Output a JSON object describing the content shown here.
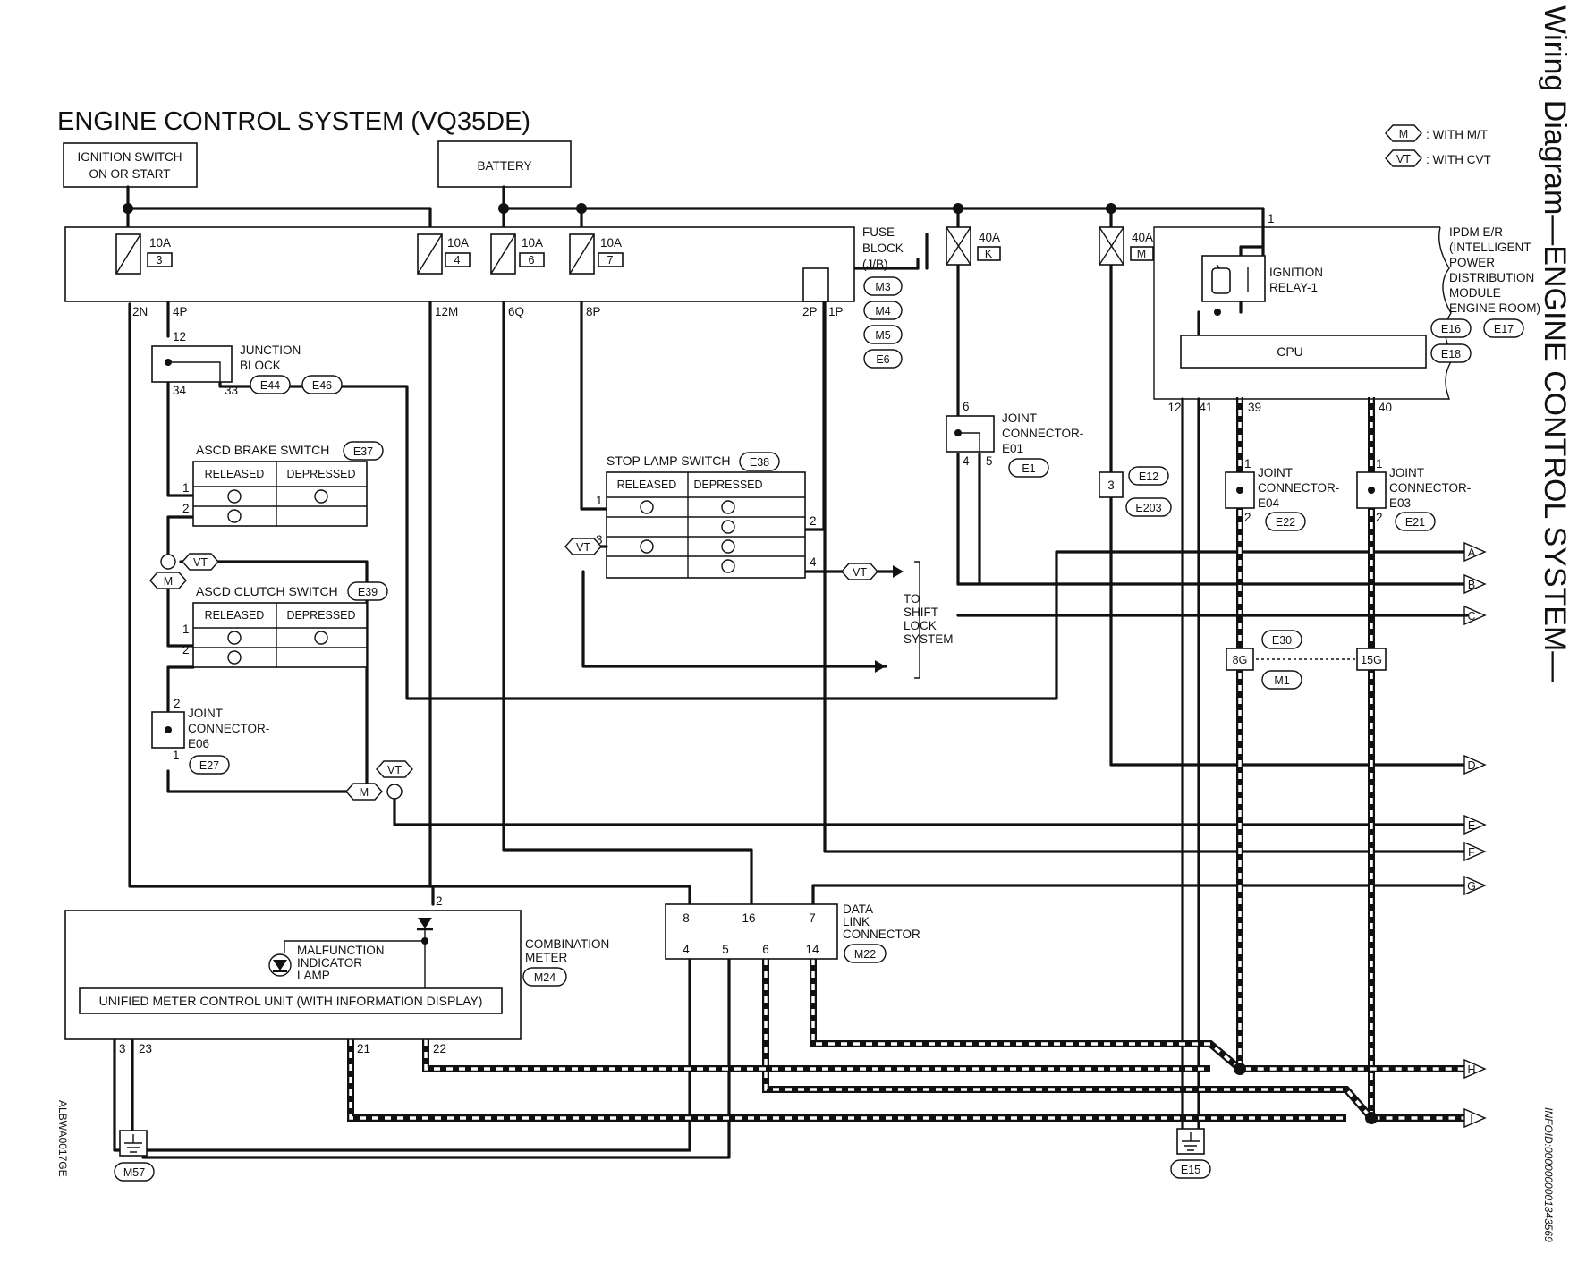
{
  "title": "ENGINE CONTROL SYSTEM (VQ35DE)",
  "side_title": "Wiring Diagram—ENGINE CONTROL SYSTEM—",
  "side_code_left": "ALBWA0017GE",
  "side_code_right": "INFOID:0000000001343569",
  "legend": [
    {
      "badge": "M",
      "text": ": WITH M/T"
    },
    {
      "badge": "VT",
      "text": ": WITH CVT"
    }
  ],
  "ignition_switch": [
    "IGNITION SWITCH",
    "ON OR START"
  ],
  "battery": "BATTERY",
  "fuse_block": {
    "label": [
      "FUSE",
      "BLOCK",
      "(J/B)"
    ],
    "connectors": [
      "M3",
      "M4",
      "M5",
      "E6"
    ],
    "fuses": [
      {
        "amp": "10A",
        "num": "3"
      },
      {
        "amp": "10A",
        "num": "4"
      },
      {
        "amp": "10A",
        "num": "6"
      },
      {
        "amp": "10A",
        "num": "7"
      }
    ],
    "pins": [
      "2N",
      "4P",
      "12M",
      "6Q",
      "8P",
      "2P",
      "1P"
    ]
  },
  "fusible_links": [
    {
      "amp": "40A",
      "num": "K"
    },
    {
      "amp": "40A",
      "num": "M"
    }
  ],
  "ipdm": {
    "label": [
      "IPDM E/R",
      "(INTELLIGENT",
      "POWER",
      "DISTRIBUTION",
      "MODULE",
      "ENGINE ROOM)"
    ],
    "connectors": [
      "E16",
      "E17",
      "E18"
    ],
    "relay": [
      "IGNITION",
      "RELAY-1"
    ],
    "cpu": "CPU",
    "pins": [
      "1",
      "12",
      "41",
      "39",
      "40"
    ]
  },
  "junction_block": {
    "label": [
      "JUNCTION",
      "BLOCK"
    ],
    "connectors": [
      "E44",
      "E46"
    ],
    "pins": [
      "12",
      "34",
      "33"
    ]
  },
  "ascd_brake_switch": {
    "label": "ASCD BRAKE SWITCH",
    "connector": "E37",
    "released": "RELEASED",
    "depressed": "DEPRESSED",
    "pins": [
      "1",
      "2"
    ]
  },
  "ascd_clutch_switch": {
    "label": "ASCD CLUTCH SWITCH",
    "connector": "E39",
    "released": "RELEASED",
    "depressed": "DEPRESSED",
    "pins": [
      "1",
      "2"
    ]
  },
  "stop_lamp_switch": {
    "label": "STOP LAMP SWITCH",
    "connector": "E38",
    "released": "RELEASED",
    "depressed": "DEPRESSED",
    "pins": [
      "1",
      "2",
      "3",
      "4"
    ]
  },
  "to_shift_lock": [
    "TO",
    "SHIFT",
    "LOCK",
    "SYSTEM"
  ],
  "joint_e01": {
    "label": [
      "JOINT",
      "CONNECTOR-",
      "E01"
    ],
    "connector": "E1",
    "pins": [
      "6",
      "4",
      "5"
    ]
  },
  "joint_e06": {
    "label": [
      "JOINT",
      "CONNECTOR-",
      "E06"
    ],
    "connector": "E27",
    "pins": [
      "2",
      "1"
    ]
  },
  "joint_e04": {
    "label": [
      "JOINT",
      "CONNECTOR-",
      "E04"
    ],
    "connector": "E22",
    "pins": [
      "1",
      "2"
    ]
  },
  "joint_e03": {
    "label": [
      "JOINT",
      "CONNECTOR-",
      "E03"
    ],
    "connector": "E21",
    "pins": [
      "1",
      "2"
    ]
  },
  "e12_connector": {
    "pin": "3",
    "connectors": [
      "E12",
      "E203"
    ]
  },
  "e30_connector": {
    "pins": [
      "8G",
      "15G"
    ],
    "connectors": [
      "E30",
      "M1"
    ]
  },
  "data_link_connector": {
    "label": [
      "DATA",
      "LINK",
      "CONNECTOR"
    ],
    "connector": "M22",
    "pins_top": [
      "8",
      "16",
      "7"
    ],
    "pins_bottom": [
      "4",
      "5",
      "6",
      "14"
    ]
  },
  "combination_meter": {
    "label": [
      "COMBINATION",
      "METER"
    ],
    "connector": "M24",
    "lamp": [
      "MALFUNCTION",
      "INDICATOR",
      "LAMP"
    ],
    "unit": "UNIFIED METER CONTROL UNIT (WITH INFORMATION DISPLAY)",
    "pins": [
      "2",
      "3",
      "23",
      "21",
      "22"
    ]
  },
  "grounds": [
    "M57",
    "E15"
  ],
  "badges": {
    "m": "M",
    "vt": "VT"
  },
  "outputs": [
    "A",
    "B",
    "C",
    "D",
    "E",
    "F",
    "G",
    "H",
    "I"
  ]
}
